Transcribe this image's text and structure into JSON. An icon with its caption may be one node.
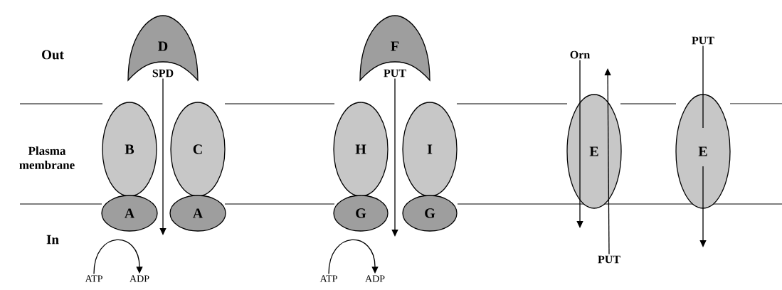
{
  "diagram": {
    "nodes": [
      {
        "text": [
          "D"
        ]
      },
      {
        "text": [
          "SPD"
        ]
      },
      {
        "text": [
          "B"
        ]
      },
      {
        "text": [
          "C"
        ]
      },
      {
        "text": [
          "A"
        ]
      },
      {
        "text": [
          "A"
        ]
      },
      {
        "text": [
          "ATP"
        ]
      },
      {
        "text": [
          "ADP"
        ]
      },
      {
        "text": [
          "F"
        ]
      },
      {
        "text": [
          "PUT"
        ]
      },
      {
        "text": [
          "H"
        ]
      },
      {
        "text": [
          "I"
        ]
      },
      {
        "text": [
          "G"
        ]
      },
      {
        "text": [
          "G"
        ]
      },
      {
        "text": [
          "ATP"
        ]
      },
      {
        "text": [
          "ADP"
        ]
      },
      {
        "text": [
          "Orn"
        ]
      },
      {
        "text": [
          "E"
        ]
      },
      {
        "text": [
          "PUT"
        ]
      },
      {
        "text": [
          "PUT"
        ]
      },
      {
        "text": [
          "E"
        ]
      }
    ],
    "edges": [
      {
        "from": 1,
        "to": null,
        "arrow": "to"
      },
      {
        "from": 6,
        "to": 7,
        "arrow": "to"
      },
      {
        "from": 9,
        "to": null,
        "arrow": "to"
      },
      {
        "from": 14,
        "to": 15,
        "arrow": "to"
      },
      {
        "from": 16,
        "to": null,
        "arrow": "to"
      },
      {
        "from": 18,
        "to": null,
        "arrow": "to"
      },
      {
        "from": 19,
        "to": null,
        "arrow": "to"
      }
    ],
    "labels": [
      "Out",
      "Plasma membrane",
      "In"
    ]
  }
}
